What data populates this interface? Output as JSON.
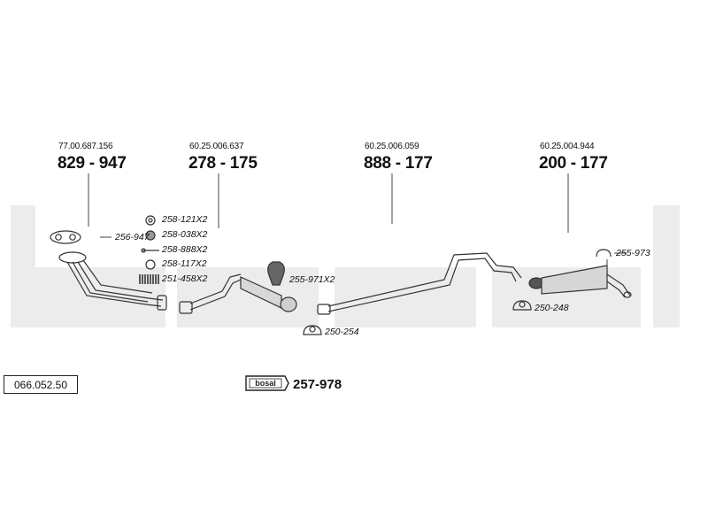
{
  "diagram": {
    "watermark": "bosal",
    "columns": [
      {
        "oe_number": "77.00.687.156",
        "part_number": "829 - 947"
      },
      {
        "oe_number": "60.25.006.637",
        "part_number": "278 - 175"
      },
      {
        "oe_number": "60.25.006.059",
        "part_number": "888 - 177"
      },
      {
        "oe_number": "60.25.004.944",
        "part_number": "200 - 177"
      }
    ],
    "fittings": [
      {
        "label": "256-947"
      },
      {
        "label": "258-121X2"
      },
      {
        "label": "258-038X2"
      },
      {
        "label": "258-888X2"
      },
      {
        "label": "258-117X2"
      },
      {
        "label": "251-458X2"
      },
      {
        "label": "255-971X2"
      },
      {
        "label": "250-254"
      },
      {
        "label": "255-973"
      },
      {
        "label": "250-248"
      }
    ],
    "catalog_code": "066.052.50",
    "kit": {
      "logo_text": "bosal",
      "number": "257-978"
    }
  }
}
